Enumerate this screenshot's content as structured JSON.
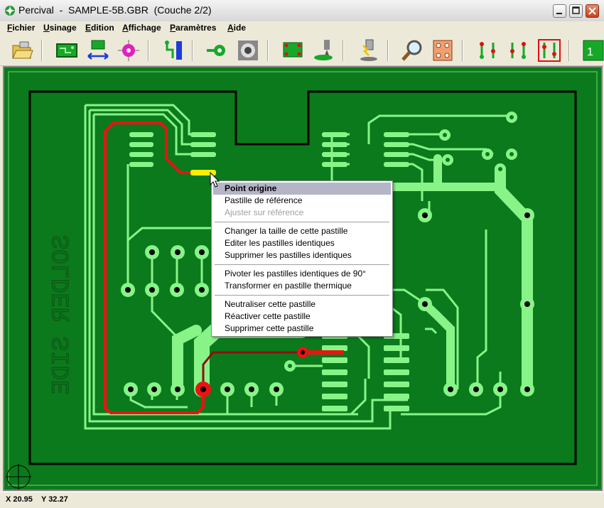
{
  "window": {
    "title": "Percival  -  SAMPLE-5B.GBR  (Couche 2/2)"
  },
  "menu": {
    "items": [
      {
        "first": "F",
        "rest": "ichier"
      },
      {
        "first": "U",
        "rest": "sinage"
      },
      {
        "first": "E",
        "rest": "dition"
      },
      {
        "first": "A",
        "rest": "ffichage"
      },
      {
        "first": "P",
        "rest": "aramètres"
      },
      {
        "first": "A",
        "rest": "ide"
      }
    ]
  },
  "board": {
    "silkscreen_text": "SOLDER SIDE",
    "colors": {
      "board": "#0b7a1c",
      "trace": "#88f488",
      "selected": "#ee1111",
      "outline": "#000000",
      "highlight_pad": "#ffee00",
      "dark_trace": "#8b1010"
    }
  },
  "context_menu": {
    "items": [
      {
        "label": "Point origine",
        "highlighted": true,
        "disabled": false
      },
      {
        "label": "Pastille de référence",
        "highlighted": false,
        "disabled": false
      },
      {
        "label": "Ajuster sur référence",
        "highlighted": false,
        "disabled": true
      },
      {
        "label": "Changer la taille de cette pastille",
        "highlighted": false,
        "disabled": false
      },
      {
        "label": "Editer les pastilles identiques",
        "highlighted": false,
        "disabled": false
      },
      {
        "label": "Supprimer les pastilles identiques",
        "highlighted": false,
        "disabled": false
      },
      {
        "label": "Pivoter les pastilles identiques de 90°",
        "highlighted": false,
        "disabled": false
      },
      {
        "label": "Transformer en pastille thermique",
        "highlighted": false,
        "disabled": false
      },
      {
        "label": "Neutraliser cette pastille",
        "highlighted": false,
        "disabled": false
      },
      {
        "label": "Réactiver cette pastille",
        "highlighted": false,
        "disabled": false
      },
      {
        "label": "Supprimer cette pastille",
        "highlighted": false,
        "disabled": false
      }
    ]
  },
  "status": {
    "x": "X 20.95",
    "y": "Y 32.27"
  }
}
